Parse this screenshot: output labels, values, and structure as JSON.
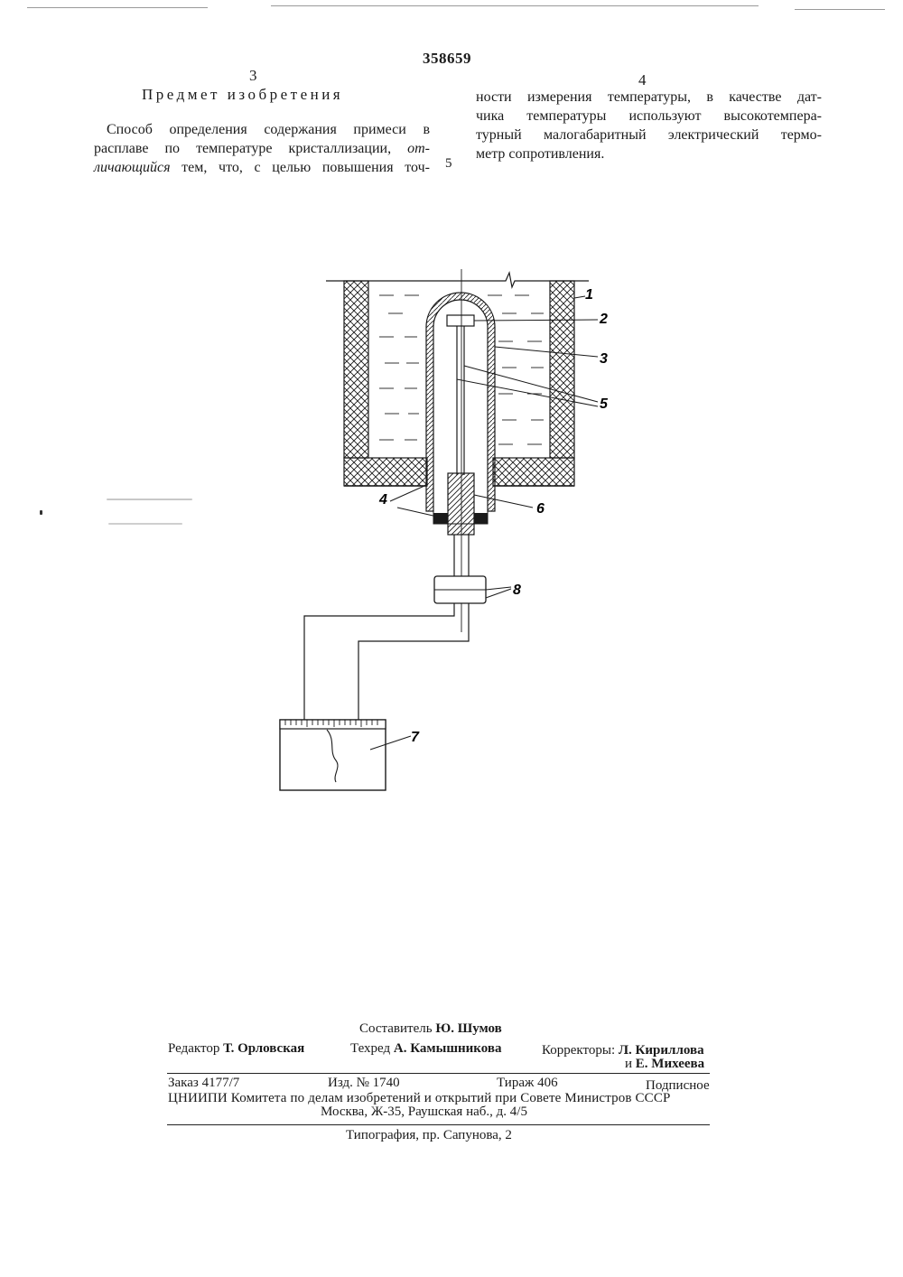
{
  "header": {
    "patent_number": "358659",
    "left_col_num": "3",
    "right_col_num": "4",
    "section_title": "Предмет изобретения"
  },
  "claim": {
    "left_lines": [
      {
        "plain": "Способ определения содержания примеси в"
      },
      {
        "plain": "расплаве по температуре кристаллизации, ",
        "italic": "от-"
      },
      {
        "italic": "личающийся",
        "plain": " тем, что, с целью повышения точ-"
      }
    ],
    "line_number": "5",
    "right_lines": [
      "ности измерения температуры, в качестве дат-",
      "чика температуры используют высокотемпера-",
      "турный малогабаритный электрический термо-",
      "метр сопротивления."
    ]
  },
  "diagram_labels": {
    "l1": "1",
    "l2": "2",
    "l3": "3",
    "l4": "4",
    "l5": "5",
    "l6": "6",
    "l7": "7",
    "l8": "8"
  },
  "footer": {
    "composer_prefix": "Составитель",
    "composer_name": "Ю. Шумов",
    "editor_prefix": "Редактор",
    "editor_name": "Т. Орловская",
    "techred_prefix": "Техред",
    "techred_name": "А. Камышникова",
    "correctors_prefix": "Корректоры:",
    "corrector1": "Л. Кириллова",
    "corrector2_and": "и",
    "corrector2": "Е. Михеева",
    "order": "Заказ 4177/7",
    "edition": "Изд. № 1740",
    "circulation": "Тираж 406",
    "subscription": "Подписное",
    "institute": "ЦНИИПИ Комитета по делам изобретений и открытий при Совете Министров СССР",
    "address": "Москва, Ж-35, Раушская наб., д. 4/5",
    "printing": "Типография, пр. Сапунова, 2"
  }
}
